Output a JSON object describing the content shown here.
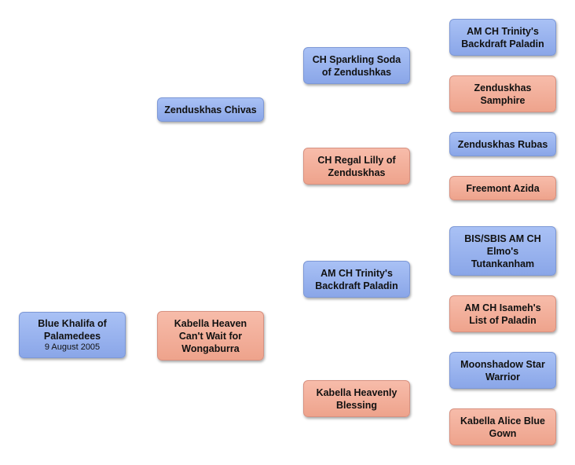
{
  "subject": {
    "name": "Blue Khalifa  of Palamedees",
    "date": "9 August 2005",
    "sex": "male"
  },
  "parents": {
    "sire": {
      "name": "Zenduskhas Chivas",
      "sex": "male"
    },
    "dam": {
      "name": "Kabella  Heaven Can't Wait for Wongaburra",
      "sex": "female"
    }
  },
  "grandparents": {
    "sire_sire": {
      "name": "CH Sparkling Soda of Zendushkas",
      "sex": "male"
    },
    "sire_dam": {
      "name": "CH Regal Lilly of Zenduskhas",
      "sex": "female"
    },
    "dam_sire": {
      "name": "AM CH Trinity's Backdraft Paladin",
      "sex": "male"
    },
    "dam_dam": {
      "name": "Kabella  Heavenly Blessing",
      "sex": "female"
    }
  },
  "great_grandparents": {
    "ss_sire": {
      "name": "AM CH Trinity's Backdraft Paladin",
      "sex": "male"
    },
    "ss_dam": {
      "name": "Zenduskhas Samphire",
      "sex": "female"
    },
    "sd_sire": {
      "name": "Zenduskhas Rubas",
      "sex": "male"
    },
    "sd_dam": {
      "name": "Freemont Azida",
      "sex": "female"
    },
    "ds_sire": {
      "name": "BIS/SBIS AM CH Elmo's Tutankanham",
      "sex": "male"
    },
    "ds_dam": {
      "name": "AM CH Isameh's List of Paladin",
      "sex": "female"
    },
    "dd_sire": {
      "name": "Moonshadow Star Warrior",
      "sex": "male"
    },
    "dd_dam": {
      "name": "Kabella Alice Blue Gown",
      "sex": "female"
    }
  },
  "colors": {
    "male": "#9bb3ef",
    "female": "#f3b09b",
    "background": "#ffffff"
  }
}
